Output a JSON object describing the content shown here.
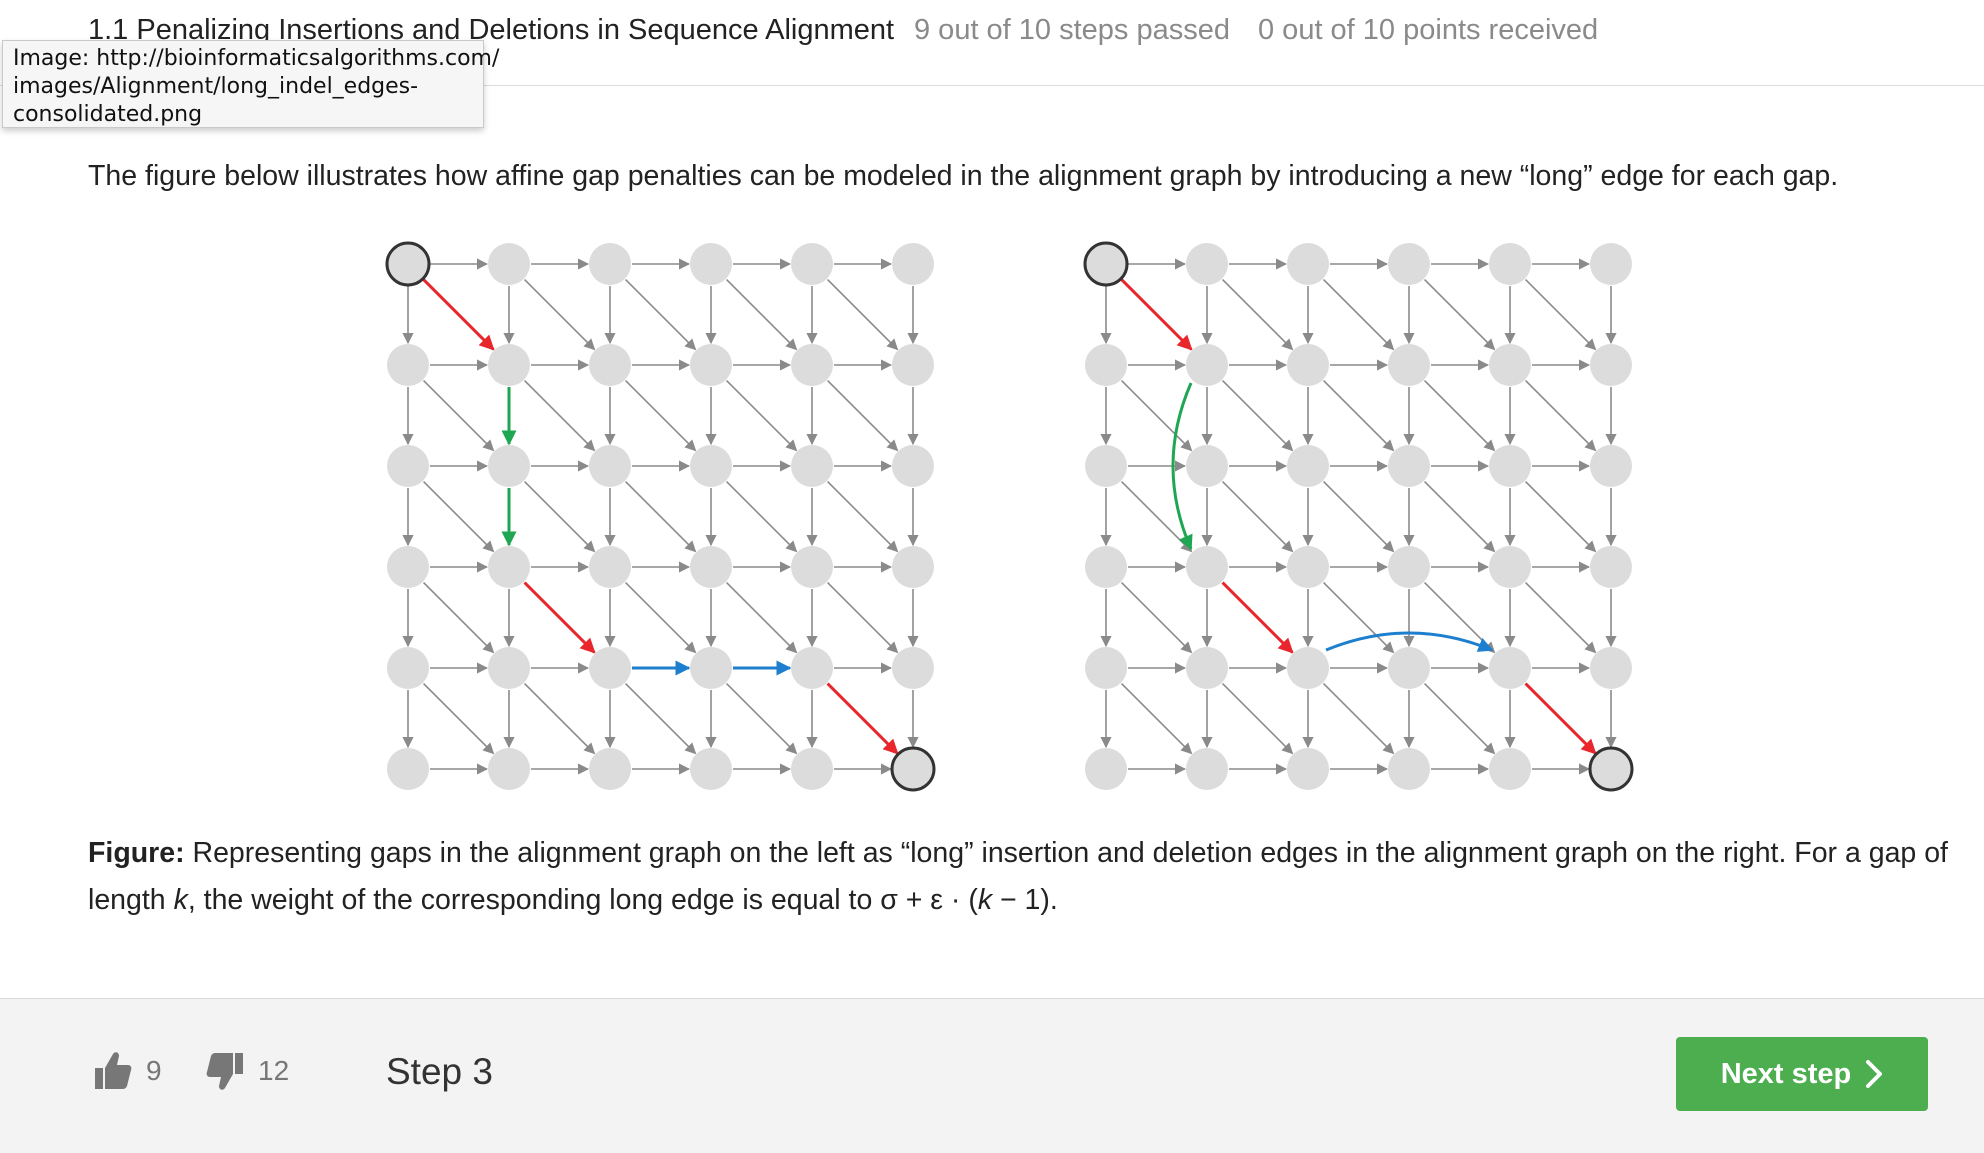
{
  "header": {
    "lesson_title": "1.1 Penalizing Insertions and Deletions in Sequence Alignment",
    "steps_passed": "9 out of 10 steps passed",
    "points_received": "0 out of 10 points  received"
  },
  "tooltip": {
    "lines": [
      "Image: http://bioinformaticsalgorithms.com/",
      "images/Alignment/long_indel_edges-",
      "consolidated.png"
    ]
  },
  "content": {
    "intro": "The figure below illustrates how affine gap penalties can be modeled in the alignment graph by introducing a new “long” edge for each gap.",
    "caption_bold": "Figure:",
    "caption_text_1": " Representing gaps in the alignment graph on the left as “long” insertion and deletion edges in the alignment graph on the right. For a gap of length ",
    "caption_k1": "k",
    "caption_text_2": ", the weight of the corresponding long edge is equal to σ + ε · (",
    "caption_k2": "k",
    "caption_text_3": " − 1)."
  },
  "figure_colors": {
    "node": "#dcdcdc",
    "edge": "#8a8a8a",
    "match_path": "#e8262b",
    "deletion_path": "#1fa652",
    "insertion_path": "#1f7fcf",
    "endpoint_stroke": "#333333"
  },
  "footer": {
    "likes": "9",
    "dislikes": "12",
    "step_label": "Step 3",
    "next_label": "Next step"
  }
}
